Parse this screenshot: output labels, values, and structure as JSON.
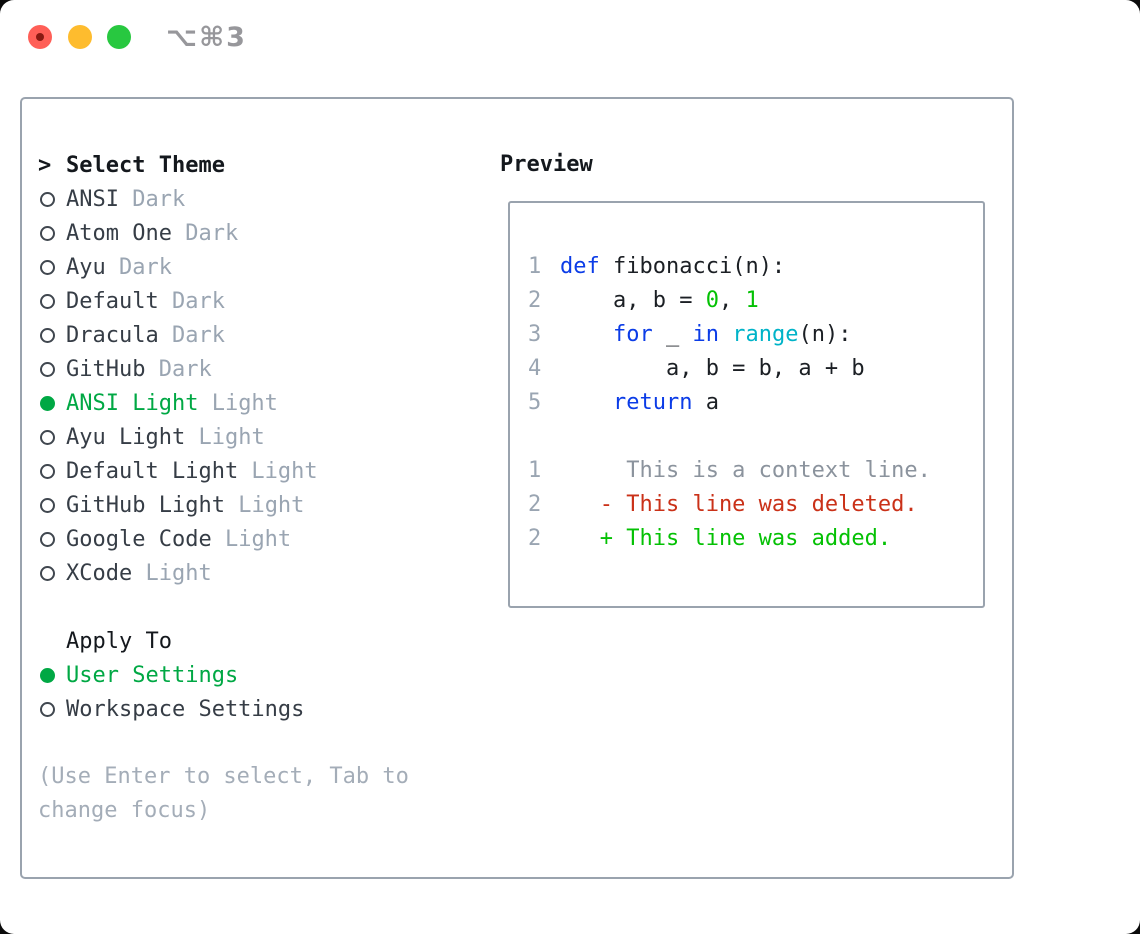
{
  "window": {
    "title": "⌥⌘3"
  },
  "theme_selector": {
    "heading_marker": ">",
    "heading": "Select Theme",
    "items": [
      {
        "name": "ANSI",
        "tag": "Dark",
        "selected": false
      },
      {
        "name": "Atom One",
        "tag": "Dark",
        "selected": false
      },
      {
        "name": "Ayu",
        "tag": "Dark",
        "selected": false
      },
      {
        "name": "Default",
        "tag": "Dark",
        "selected": false
      },
      {
        "name": "Dracula",
        "tag": "Dark",
        "selected": false
      },
      {
        "name": "GitHub",
        "tag": "Dark",
        "selected": false
      },
      {
        "name": "ANSI Light",
        "tag": "Light",
        "selected": true
      },
      {
        "name": "Ayu Light",
        "tag": "Light",
        "selected": false
      },
      {
        "name": "Default Light",
        "tag": "Light",
        "selected": false
      },
      {
        "name": "GitHub Light",
        "tag": "Light",
        "selected": false
      },
      {
        "name": "Google Code",
        "tag": "Light",
        "selected": false
      },
      {
        "name": "XCode",
        "tag": "Light",
        "selected": false
      }
    ]
  },
  "apply_to": {
    "heading": "Apply To",
    "options": [
      {
        "name": "User Settings",
        "selected": true
      },
      {
        "name": "Workspace Settings",
        "selected": false
      }
    ]
  },
  "hint": {
    "line1": "(Use Enter to select, Tab to",
    "line2": "change focus)"
  },
  "preview": {
    "heading": "Preview",
    "code_lines": [
      {
        "num": "1",
        "segs": [
          {
            "c": "kw",
            "t": "def"
          },
          {
            "c": "p",
            "t": " fibonacci(n):"
          }
        ]
      },
      {
        "num": "2",
        "segs": [
          {
            "c": "p",
            "t": "    a, b = "
          },
          {
            "c": "num",
            "t": "0"
          },
          {
            "c": "p",
            "t": ", "
          },
          {
            "c": "num",
            "t": "1"
          }
        ]
      },
      {
        "num": "3",
        "segs": [
          {
            "c": "p",
            "t": "    "
          },
          {
            "c": "kw",
            "t": "for"
          },
          {
            "c": "p",
            "t": " _ "
          },
          {
            "c": "kw",
            "t": "in"
          },
          {
            "c": "p",
            "t": " "
          },
          {
            "c": "fn",
            "t": "range"
          },
          {
            "c": "p",
            "t": "(n):"
          }
        ]
      },
      {
        "num": "4",
        "segs": [
          {
            "c": "p",
            "t": "        a, b = b, a + b"
          }
        ]
      },
      {
        "num": "5",
        "segs": [
          {
            "c": "p",
            "t": "    "
          },
          {
            "c": "kw",
            "t": "return"
          },
          {
            "c": "p",
            "t": " a"
          }
        ]
      }
    ],
    "diff_lines": [
      {
        "num": "1",
        "segs": [
          {
            "c": "ctx",
            "t": "     This is a context line."
          }
        ]
      },
      {
        "num": "2",
        "segs": [
          {
            "c": "del",
            "t": "   - This line was deleted."
          }
        ]
      },
      {
        "num": "2",
        "segs": [
          {
            "c": "add",
            "t": "   + This line was added."
          }
        ]
      }
    ]
  },
  "colors": {
    "green-ui": "#00a844",
    "green-code": "#04c104",
    "red": "#ca3118",
    "blue": "#0b3ce7",
    "cyan": "#00b3c8",
    "dim": "#9aa5b2",
    "hint": "#a4adb8",
    "border": "#9aa3ae",
    "tl-red": "#ff5f57",
    "tl-yellow": "#febc2e",
    "tl-green": "#28c840",
    "title-gray": "#97979b"
  }
}
